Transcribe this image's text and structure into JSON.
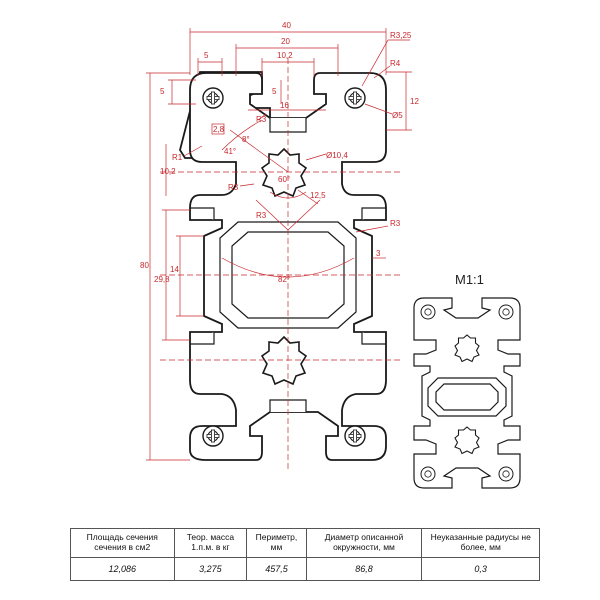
{
  "drawing": {
    "dimensions": {
      "d40": "40",
      "d20": "20",
      "d10_2": "10,2",
      "d5_left": "5",
      "d5_vert": "5",
      "d5_vert2": "5",
      "d16": "16",
      "d12": "12",
      "r3_25": "R3,25",
      "r4": "R4",
      "diam5": "Ø5",
      "d2_8": "2,8",
      "r3_a": "R3",
      "a41": "41°",
      "a8": "8°",
      "r1": "R1",
      "d10_2_v": "10,2",
      "diam10_4": "Ø10,4",
      "a60": "60°",
      "r3_b": "R3",
      "d12_5": "12,5",
      "r3_c": "R3",
      "r3_d": "R3",
      "d80": "80",
      "d29_8": "29,8",
      "d14": "14",
      "d3": "3",
      "a82": "82°"
    },
    "scale": "M1:1"
  },
  "spec_table": {
    "headers": [
      "Площадь сечения сечения в см2",
      "Теор. масса 1.п.м. в кг",
      "Периметр, мм",
      "Диаметр описанной окружности, мм",
      "Неуказанные радиусы не более, мм"
    ],
    "values": [
      "12,086",
      "3,275",
      "457,5",
      "86,8",
      "0,3"
    ]
  }
}
